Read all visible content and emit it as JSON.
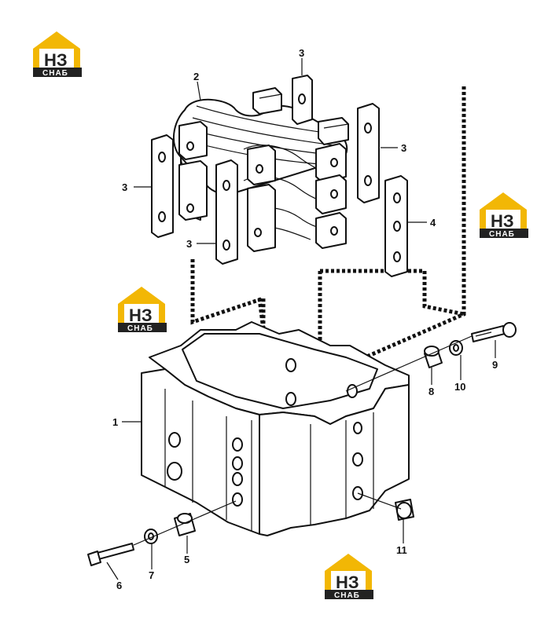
{
  "callouts": {
    "c1": "1",
    "c2": "2",
    "c3a": "3",
    "c3b": "3",
    "c3c": "3",
    "c3d": "3",
    "c4": "4",
    "c5": "5",
    "c6": "6",
    "c7": "7",
    "c8": "8",
    "c9": "9",
    "c10": "10",
    "c11": "11"
  },
  "watermark": {
    "main": "НЗ",
    "sub": "СНАБ",
    "colors": {
      "yellow": "#f2b705",
      "dark": "#222222"
    }
  }
}
